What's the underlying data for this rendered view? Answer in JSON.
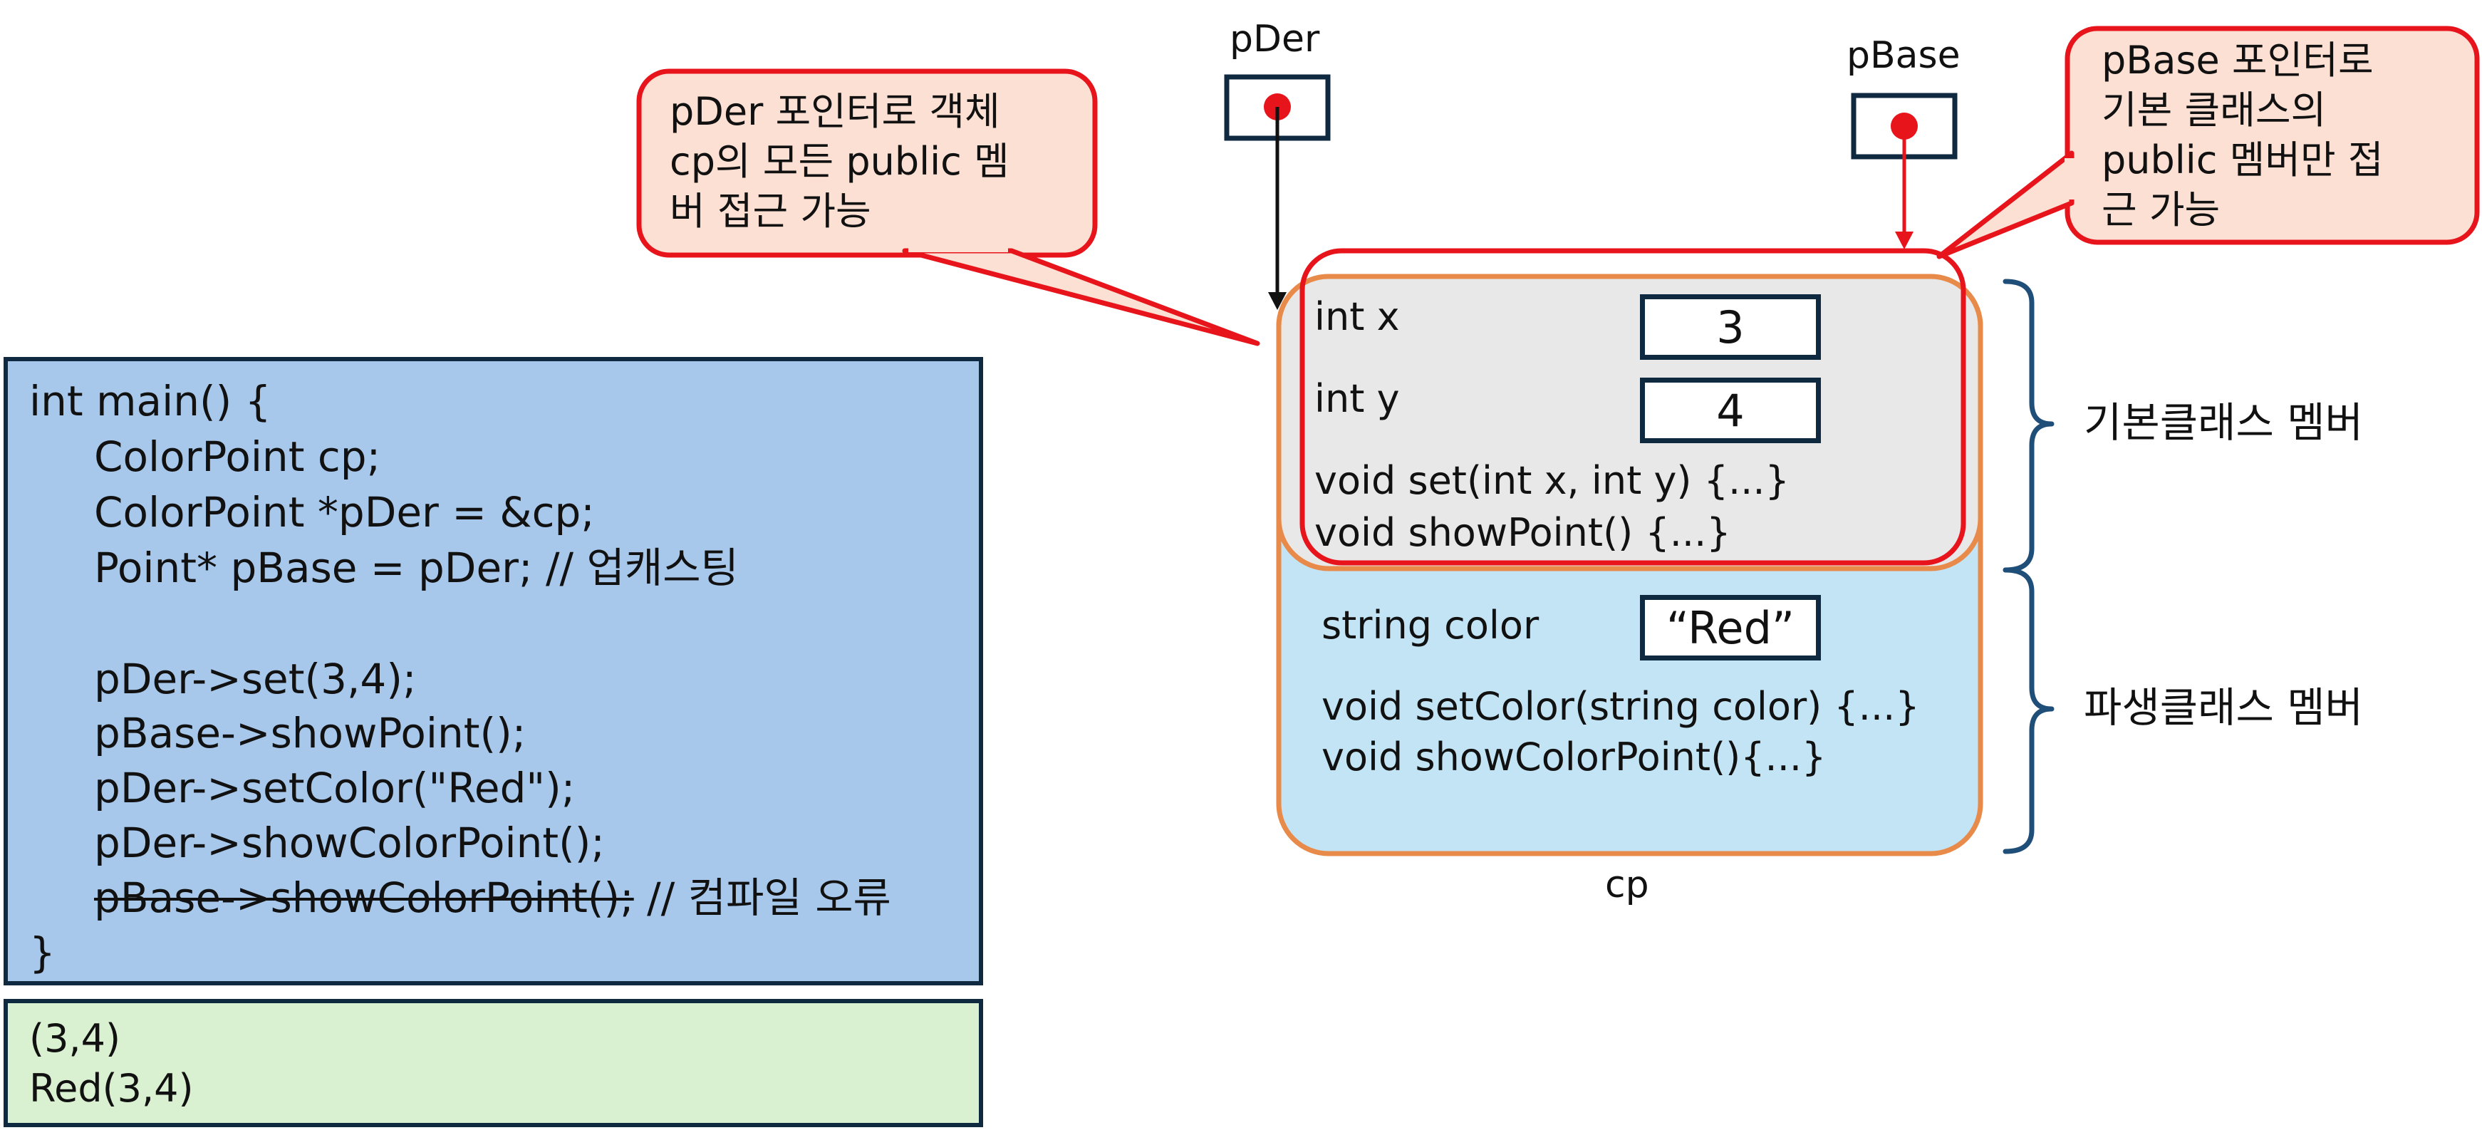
{
  "code": {
    "lines": [
      "int main() {",
      "ColorPoint cp;",
      "ColorPoint *pDer = &cp;",
      "Point* pBase = pDer; // 업캐스팅",
      "",
      "pDer->set(3,4);",
      "pBase->showPoint();",
      "pDer->setColor(\"Red\");",
      "pDer->showColorPoint();",
      "}"
    ],
    "error_line_struck": "pBase->showColorPoint();",
    "error_line_comment": " // 컴파일 오류"
  },
  "output": {
    "lines": [
      "(3,4)",
      "Red(3,4)"
    ]
  },
  "pointers": {
    "pder_label": "pDer",
    "pbase_label": "pBase"
  },
  "callouts": {
    "pder_text": "pDer 포인터로 객체\ncp의 모든 public 멤\n버 접근 가능",
    "pbase_text": "pBase 포인터로\n기본 클래스의\npublic 멤버만 접\n근 가능"
  },
  "object": {
    "name": "cp",
    "base_members": {
      "x_label": "int x",
      "x_value": "3",
      "y_label": "int y",
      "y_value": "4",
      "set_method": "void set(int x, int y) {...}",
      "show_method": "void showPoint() {...}"
    },
    "derived_members": {
      "color_label": "string color",
      "color_value": "“Red”",
      "setcolor_method": "void setColor(string color) {...}",
      "showcolor_method": "void showColorPoint(){...}"
    }
  },
  "braces": {
    "base_label": "기본클래스 멤버",
    "derived_label": "파생클래스 멤버"
  },
  "colors": {
    "code_bg": "#a7c8ea",
    "output_bg": "#d9f1d0",
    "callout_fill": "#fbe0d3",
    "callout_stroke": "#e8141c",
    "object_stroke": "#e88a4a",
    "base_fill": "#e8e8e8",
    "derived_fill": "#c2e4f4",
    "brace": "#1f4e79",
    "dark": "#0f2940"
  }
}
